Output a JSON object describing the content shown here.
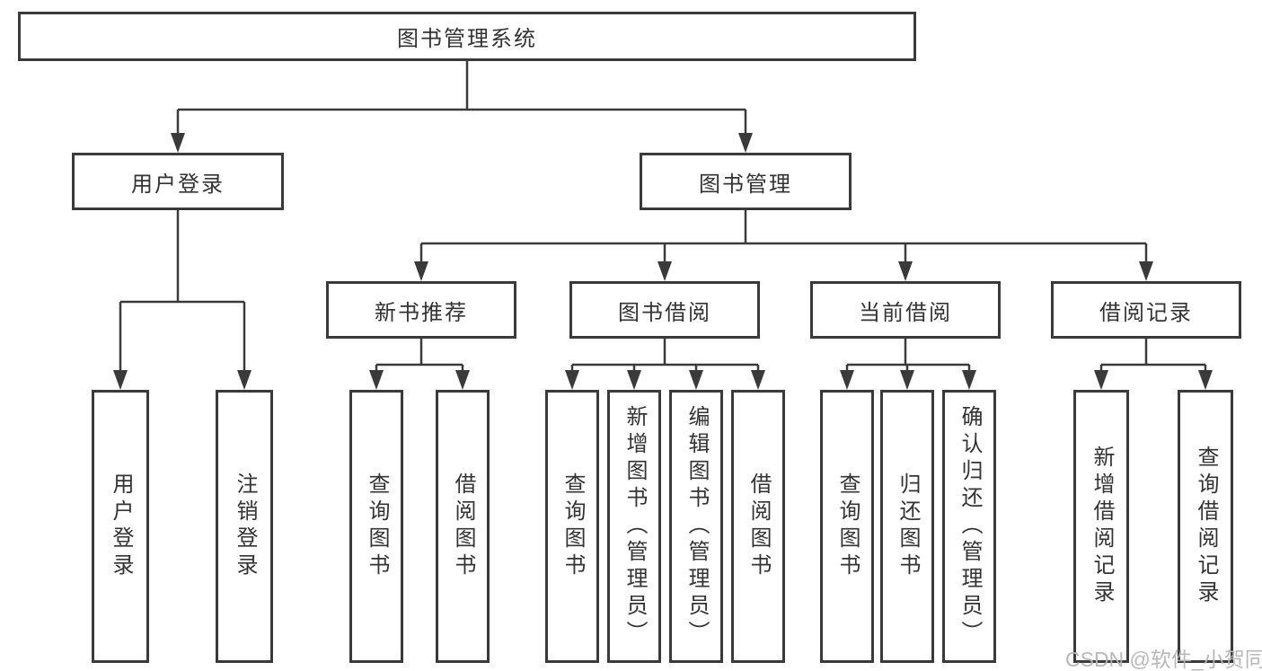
{
  "diagram": {
    "root": {
      "label": "图书管理系统"
    },
    "branches": [
      {
        "label": "用户登录",
        "children": [
          {
            "label": "用户登录"
          },
          {
            "label": "注销登录"
          }
        ]
      },
      {
        "label": "图书管理",
        "children": [
          {
            "label": "新书推荐",
            "children": [
              {
                "label": "查询图书"
              },
              {
                "label": "借阅图书"
              }
            ]
          },
          {
            "label": "图书借阅",
            "children": [
              {
                "label": "查询图书"
              },
              {
                "label": "新增图书（管理员）"
              },
              {
                "label": "编辑图书（管理员）"
              },
              {
                "label": "借阅图书"
              }
            ]
          },
          {
            "label": "当前借阅",
            "children": [
              {
                "label": "查询图书"
              },
              {
                "label": "归还图书"
              },
              {
                "label": "确认归还（管理员）"
              }
            ]
          },
          {
            "label": "借阅记录",
            "children": [
              {
                "label": "新增借阅记录"
              },
              {
                "label": "查询借阅记录"
              }
            ]
          }
        ]
      }
    ]
  },
  "watermark": {
    "text": "CSDN @软件_小贺同学"
  },
  "colors": {
    "line": "#3a3a3a",
    "text": "#333333",
    "watermark": "#b4b4b4",
    "background": "#ffffff"
  }
}
